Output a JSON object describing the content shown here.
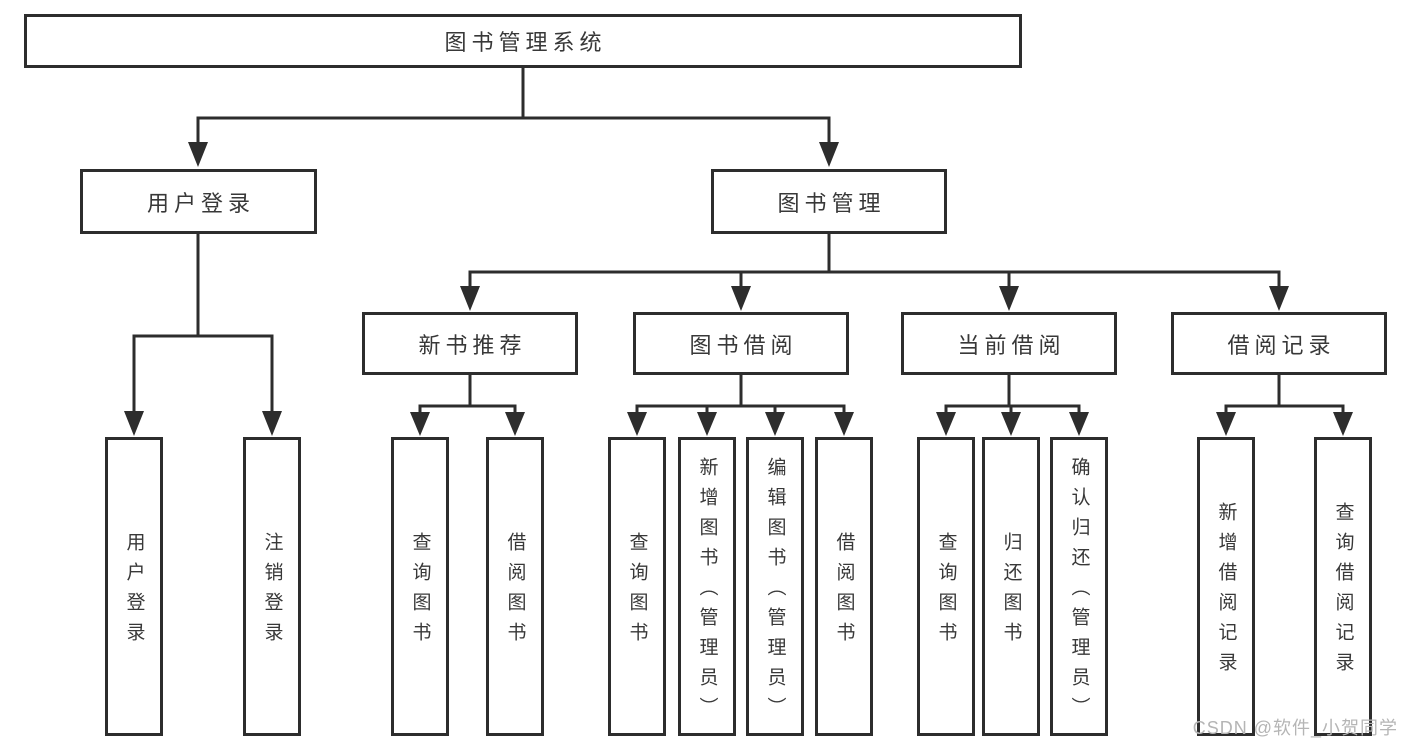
{
  "diagram": {
    "root": {
      "label": "图书管理系统"
    },
    "branches": [
      {
        "label": "用户登录",
        "children": [
          {
            "label": "用户登录"
          },
          {
            "label": "注销登录"
          }
        ]
      },
      {
        "label": "图书管理",
        "children": [
          {
            "label": "新书推荐",
            "children": [
              {
                "label": "查询图书"
              },
              {
                "label": "借阅图书"
              }
            ]
          },
          {
            "label": "图书借阅",
            "children": [
              {
                "label": "查询图书"
              },
              {
                "label": "新增图书（管理员）"
              },
              {
                "label": "编辑图书（管理员）"
              },
              {
                "label": "借阅图书"
              }
            ]
          },
          {
            "label": "当前借阅",
            "children": [
              {
                "label": "查询图书"
              },
              {
                "label": "归还图书"
              },
              {
                "label": "确认归还（管理员）"
              }
            ]
          },
          {
            "label": "借阅记录",
            "children": [
              {
                "label": "新增借阅记录"
              },
              {
                "label": "查询借阅记录"
              }
            ]
          }
        ]
      }
    ],
    "watermark": "CSDN @软件_小贺同学",
    "colors": {
      "line": "#2d2d2d",
      "text": "#383838",
      "watermark": "#b5b5b5",
      "background": "#ffffff"
    }
  }
}
